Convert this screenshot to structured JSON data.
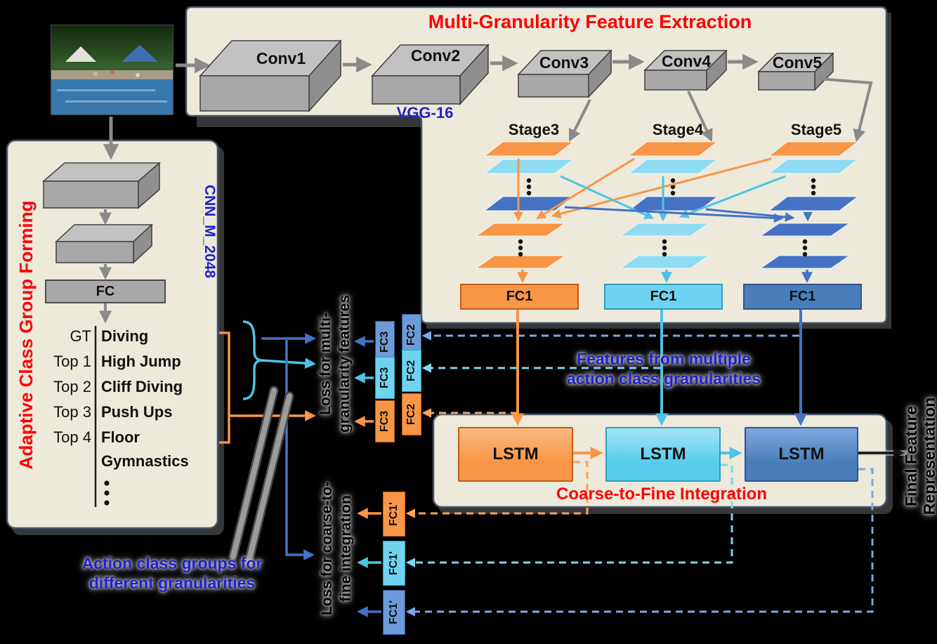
{
  "colors": {
    "orange": "#F79646",
    "cyan": "#58CCEC",
    "blue": "#4472C4",
    "red_title": "#FE0000",
    "blue_text": "#2020CF",
    "panel_bg": "#EDE9DB",
    "box_gray": "#A8A8A8",
    "background": "#000000"
  },
  "feature_extraction": {
    "title": "Multi-Granularity Feature Extraction",
    "backbone": "VGG-16",
    "conv_blocks": [
      "Conv1",
      "Conv2",
      "Conv3",
      "Conv4",
      "Conv5"
    ],
    "stages": [
      "Stage3",
      "Stage4",
      "Stage5"
    ],
    "fc1": "FC1"
  },
  "class_group_forming": {
    "title": "Adaptive Class Group Forming",
    "cnn": "CNN_M_2048",
    "fc": "FC",
    "rows": [
      {
        "rank": "GT",
        "name": "Diving"
      },
      {
        "rank": "Top 1",
        "name": "High Jump"
      },
      {
        "rank": "Top 2",
        "name": "Cliff Diving"
      },
      {
        "rank": "Top 3",
        "name": "Push Ups"
      },
      {
        "rank": "Top 4",
        "name": "Floor Gymnastics"
      }
    ]
  },
  "middle": {
    "loss_multi_line1": "Loss for multi-",
    "loss_multi_line2": "granularity features",
    "features_line1": "Features from multiple",
    "features_line2": "action class granularities",
    "fc2": "FC2",
    "fc3": "FC3"
  },
  "integration": {
    "title": "Coarse-to-Fine Integration",
    "lstm": "LSTM",
    "fc1p": "FC1'",
    "final_line1": "Final Feature",
    "final_line2": "Representation",
    "loss_coarse_line1": "Loss for coarse-to-",
    "loss_coarse_line2": "fine integration"
  },
  "bottom_left": {
    "caption_line1": "Action class groups for",
    "caption_line2": "different granularities"
  }
}
